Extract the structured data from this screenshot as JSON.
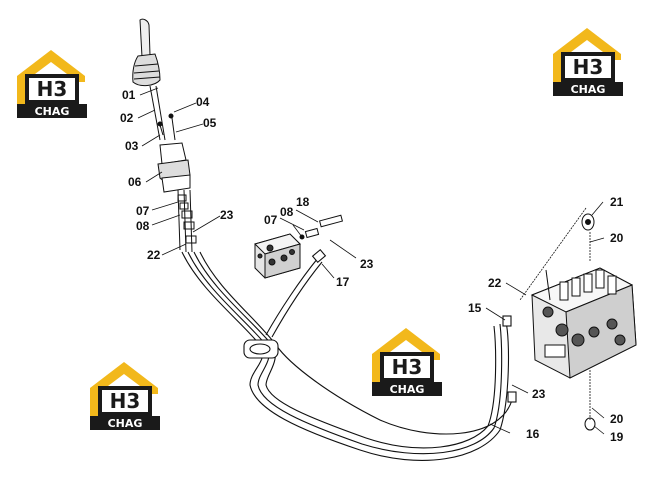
{
  "diagram": {
    "logo": {
      "mark": "H3",
      "wordmark": "CHAG",
      "color_accent": "#f2b81b",
      "color_dark": "#1a1a1a"
    },
    "callouts": {
      "c01": "01",
      "c02": "02",
      "c03": "03",
      "c04": "04",
      "c05": "05",
      "c06": "06",
      "c07a": "07",
      "c08a": "08",
      "c23a": "23",
      "c22a": "22",
      "c18": "18",
      "c07b": "07",
      "c08b": "08",
      "c23b": "23",
      "c17": "17",
      "c21": "21",
      "c20a": "20",
      "c22b": "22",
      "c15": "15",
      "c23c": "23",
      "c16": "16",
      "c20b": "20",
      "c19": "19"
    }
  }
}
